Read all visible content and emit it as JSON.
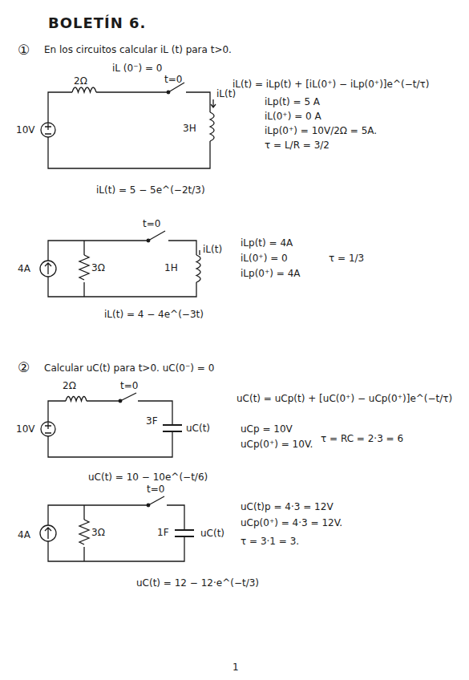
{
  "diagram": {
    "title": "BOLETÍN 6.",
    "labels": [
      "①",
      "En los circuitos calcular iL (t) para t>0.",
      "iL (0⁻) = 0",
      "2Ω",
      "t=0",
      "10V",
      "iL(t)",
      "3H",
      "iL(t) = iLp(t) + [iL(0⁺) − iLp(0⁺)]e^(−t/τ)",
      "iLp(t) = 5 A",
      "iL(0⁺) = 0 A",
      "iLp(0⁺) = 10V/2Ω = 5A.",
      "τ = L/R = 3/2",
      "iL(t) = 5 − 5e^(−2t/3)",
      "4A",
      "3Ω",
      "1H",
      "t=0",
      "iL(t)",
      "iLp(t) = 4A",
      "iL(0⁺) = 0",
      "iLp(0⁺) = 4A",
      "τ = 1/3",
      "iL(t) = 4 − 4e^(−3t)",
      "②",
      "Calcular uC(t) para t>0. uC(0⁻) = 0",
      "2Ω",
      "t=0",
      "10V",
      "3F",
      "uC(t)",
      "uC(t) = uCp(t) + [uC(0⁺) − uCp(0⁺)]e^(−t/τ)",
      "uCp = 10V",
      "uCp(0⁺) = 10V.",
      "τ = RC = 2·3 = 6",
      "uC(t) = 10 − 10e^(−t/6)",
      "4A",
      "3Ω",
      "1F",
      "t=0",
      "uC(t)",
      "uC(t)p = 4·3 = 12V",
      "uCp(0⁺) = 4·3 = 12V.",
      "τ = 3·1 = 3.",
      "uC(t) = 12 − 12·e^(−t/3)",
      "1"
    ]
  }
}
